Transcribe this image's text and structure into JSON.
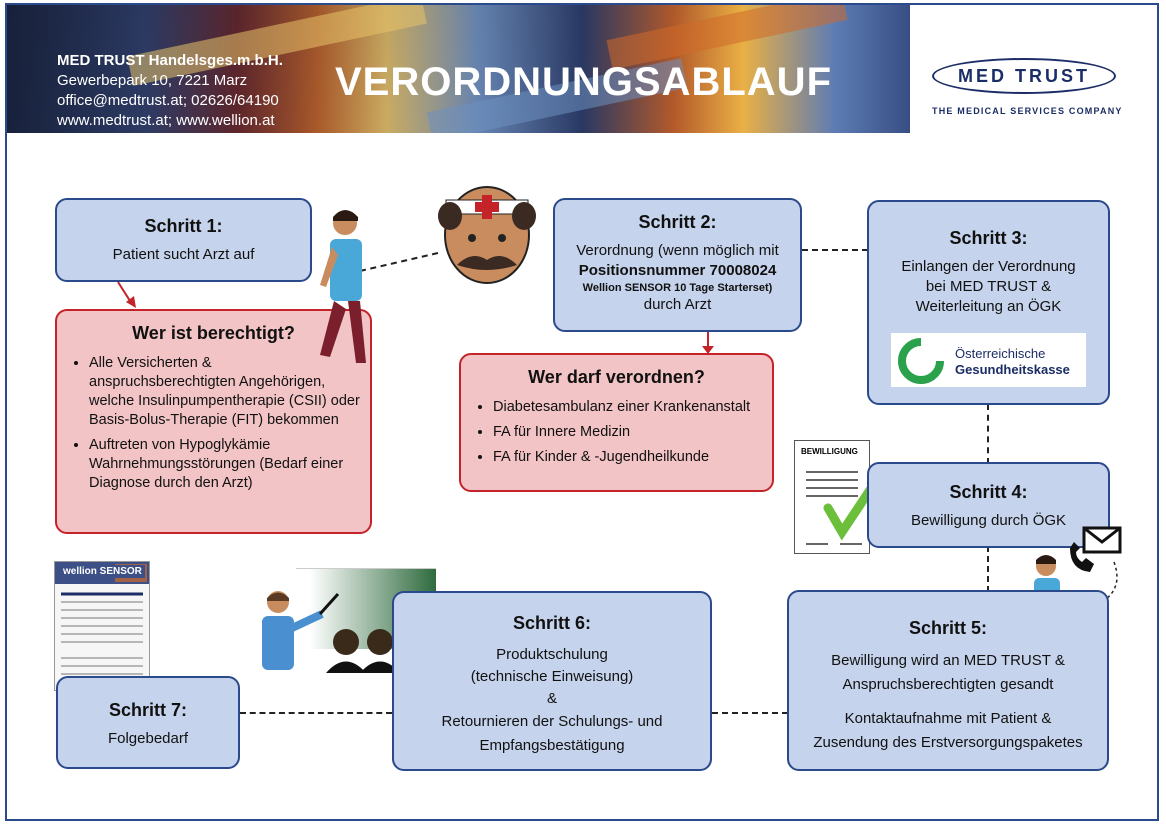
{
  "header": {
    "company_name": "MED TRUST Handelsges.m.b.H.",
    "address": "Gewerbepark 10, 7221 Marz",
    "contact": "office@medtrust.at; 02626/64190",
    "web": "www.medtrust.at; www.wellion.at",
    "title": "VERORDNUNGSABLAUF",
    "logo_text": "MED TRUST",
    "logo_tagline": "THE MEDICAL SERVICES COMPANY"
  },
  "steps": {
    "s1": {
      "title": "Schritt 1:",
      "text": "Patient sucht Arzt auf"
    },
    "s2": {
      "title": "Schritt 2:",
      "line1": "Verordnung (wenn möglich mit",
      "line2": "Positionsnummer 70008024",
      "line3": "Wellion SENSOR 10 Tage Starterset)",
      "line4": "durch Arzt"
    },
    "s3": {
      "title": "Schritt 3:",
      "line1": "Einlangen der Verordnung",
      "line2": "bei MED TRUST &",
      "line3": "Weiterleitung an ÖGK"
    },
    "s4": {
      "title": "Schritt 4:",
      "text": "Bewilligung durch ÖGK"
    },
    "s5": {
      "title": "Schritt 5:",
      "line1": "Bewilligung wird an MED TRUST &",
      "line2": "Anspruchsberechtigten gesandt",
      "line3": "Kontaktaufnahme mit Patient &",
      "line4": "Zusendung des Erstversorgungspaketes"
    },
    "s6": {
      "title": "Schritt 6:",
      "line1": "Produktschulung",
      "line2": "(technische Einweisung)",
      "line3": "&",
      "line4": "Retournieren der Schulungs- und",
      "line5": "Empfangsbestätigung"
    },
    "s7": {
      "title": "Schritt 7:",
      "text": "Folgebedarf"
    }
  },
  "eligible": {
    "title": "Wer ist berechtigt?",
    "items": [
      "Alle Versicherten & anspruchsberechtigten Angehörigen, welche Insulinpumpentherapie (CSII) oder Basis-Bolus-Therapie (FIT) bekommen",
      "Auftreten von Hypoglykämie Wahrnehmungsstörungen (Bedarf einer Diagnose durch den Arzt)"
    ]
  },
  "prescribers": {
    "title": "Wer darf verordnen?",
    "items": [
      "Diabetesambulanz einer Krankenanstalt",
      "FA für Innere Medizin",
      "FA für Kinder & -Jugendheilkunde"
    ]
  },
  "ogk": {
    "line1": "Österreichische",
    "line2": "Gesundheitskasse"
  },
  "document_label": "BEWILLIGUNG",
  "flyer_label": "wellion SENSOR",
  "colors": {
    "step_fill": "#c5d3ec",
    "step_border": "#2b4a8b",
    "info_fill": "#f2c4c6",
    "info_border": "#c5232a",
    "check": "#6cbf3a"
  }
}
